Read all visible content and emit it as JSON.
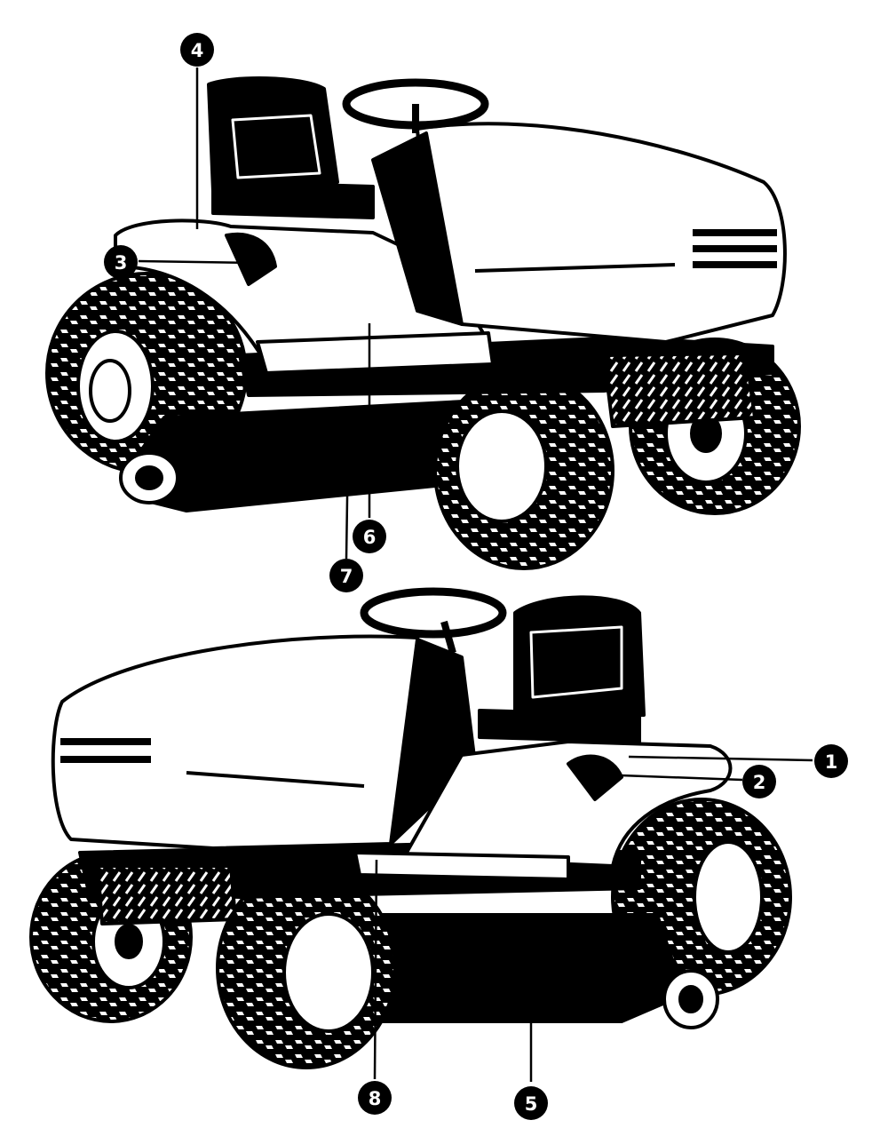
{
  "figure": {
    "views": [
      {
        "name": "upper-tractor-view",
        "facing": "right-front"
      },
      {
        "name": "lower-tractor-view",
        "facing": "left-front"
      }
    ],
    "callouts": [
      {
        "id": "c1",
        "label": "1"
      },
      {
        "id": "c2",
        "label": "2"
      },
      {
        "id": "c3",
        "label": "3"
      },
      {
        "id": "c4",
        "label": "4"
      },
      {
        "id": "c5",
        "label": "5"
      },
      {
        "id": "c6",
        "label": "6"
      },
      {
        "id": "c7",
        "label": "7"
      },
      {
        "id": "c8",
        "label": "8"
      }
    ],
    "colors": {
      "ink": "#000000",
      "paper": "#ffffff"
    }
  }
}
